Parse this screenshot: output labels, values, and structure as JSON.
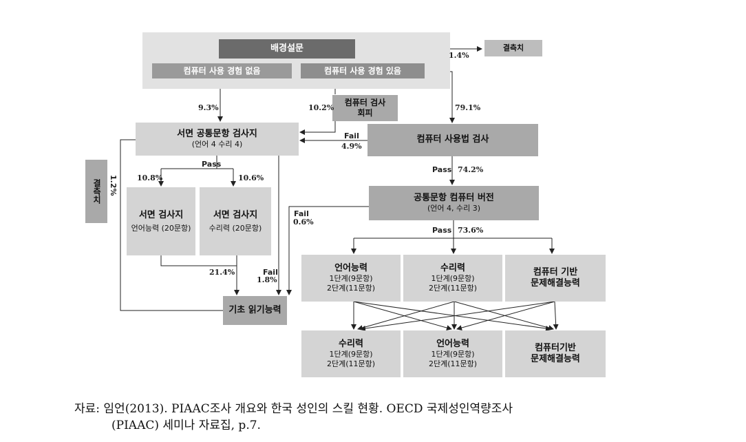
{
  "nodes": {
    "background": "배경설문",
    "missing_top": "결측치",
    "no_exp": "컴퓨터 사용 경험 없음",
    "yes_exp": "컴퓨터 사용 경험 있음",
    "refuse": {
      "l1": "컴퓨터 검사",
      "l2": "회피"
    },
    "paper_core": {
      "title": "서면 공통문항 검사지",
      "sub": "(언어 4 수리 4)"
    },
    "comp_use": "컴퓨터 사용법 검사",
    "missing_left": "결측치",
    "paper_lit": {
      "title": "서면 검사지",
      "sub": "언어능력 (20문항)"
    },
    "paper_num": {
      "title": "서면 검사지",
      "sub": "수리력 (20문항)"
    },
    "comp_core": {
      "title": "공통문항 컴퓨터 버전",
      "sub": "(언어 4, 수리 3)"
    },
    "basic_read": "기초 읽기능력",
    "s1_lit": {
      "title": "언어능력",
      "sub1": "1단계(9문항)",
      "sub2": "2단계(11문항)"
    },
    "s1_num": {
      "title": "수리력",
      "sub1": "1단계(9문항)",
      "sub2": "2단계(11문항)"
    },
    "s1_ps": {
      "l1": "컴퓨터 기반",
      "l2": "문제해결능력"
    },
    "s2_num": {
      "title": "수리력",
      "sub1": "1단계(9문항)",
      "sub2": "2단계(11문항)"
    },
    "s2_lit": {
      "title": "언어능력",
      "sub1": "1단계(9문항)",
      "sub2": "2단계(11문항)"
    },
    "s2_ps": {
      "l1": "컴퓨터기반",
      "l2": "문제해결능력"
    }
  },
  "edge_labels": {
    "missing_pct": "1.4%",
    "no_exp_pct": "9.3%",
    "refuse_pct": "10.2%",
    "yes_exp_pct": "79.1%",
    "fail": "Fail",
    "fail_pct": "4.9%",
    "pass": "Pass",
    "pass_pct": "74.2%",
    "left_missing_pct": "1.2%",
    "lit_pct": "10.8%",
    "num_pct": "10.6%",
    "fail2_pct": "0.6%",
    "pass2_pct": "73.6%",
    "combined_pct": "21.4%",
    "fail3_pct": "1.8%"
  },
  "caption": {
    "line1": "자료: 임언(2013). PIAAC조사 개요와 한국 성인의 스킬 현황. OECD 국제성인역량조사",
    "line2": "(PIAAC) 세미나 자료집, p.7."
  }
}
